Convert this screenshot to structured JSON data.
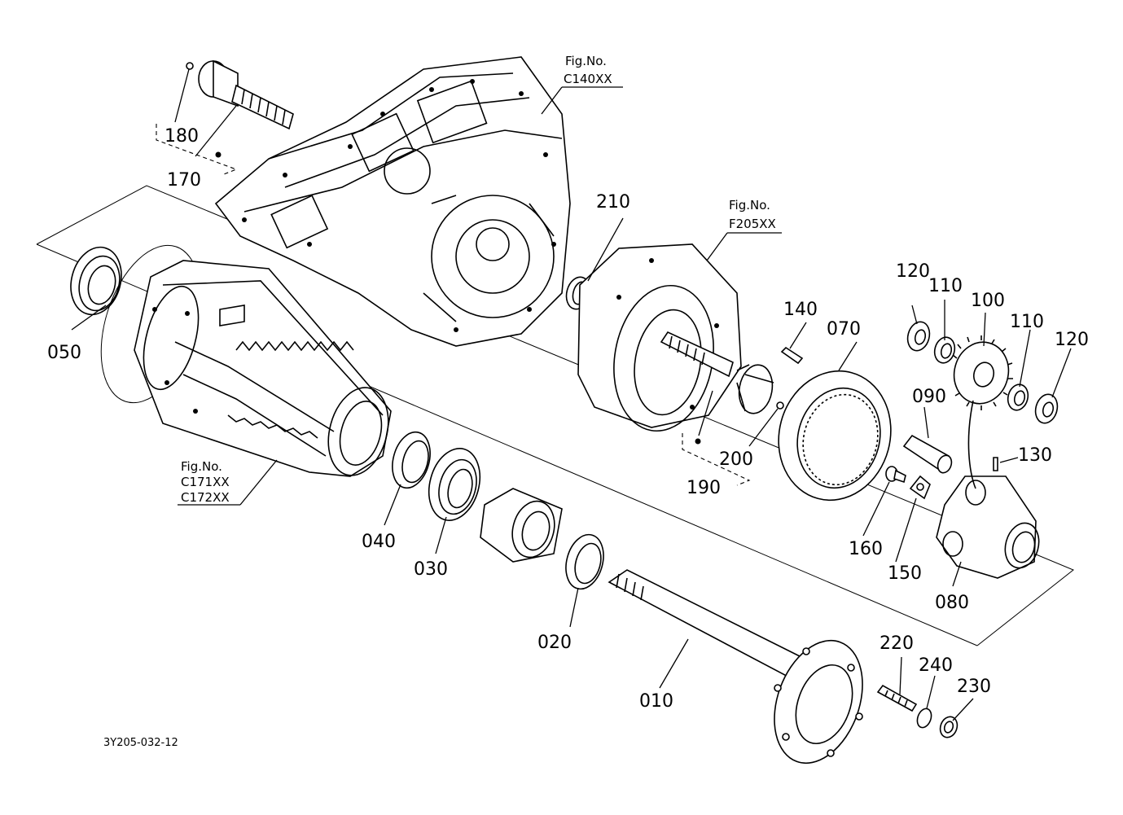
{
  "figure_refs": {
    "c140": {
      "label": "Fig.No.",
      "code": "C140XX"
    },
    "f205": {
      "label": "Fig.No.",
      "code": "F205XX"
    },
    "c171": {
      "label": "Fig.No.",
      "code1": "C171XX",
      "code2": "C172XX"
    }
  },
  "part_numbers": {
    "p010": "010",
    "p020": "020",
    "p030": "030",
    "p040": "040",
    "p050": "050",
    "p070": "070",
    "p080": "080",
    "p090": "090",
    "p100": "100",
    "p110a": "110",
    "p110b": "110",
    "p120a": "120",
    "p120b": "120",
    "p130": "130",
    "p140": "140",
    "p150": "150",
    "p160": "160",
    "p170": "170",
    "p180": "180",
    "p190": "190",
    "p200": "200",
    "p210": "210",
    "p220": "220",
    "p230": "230",
    "p240": "240"
  },
  "drawing_code": "3Y205-032-12"
}
